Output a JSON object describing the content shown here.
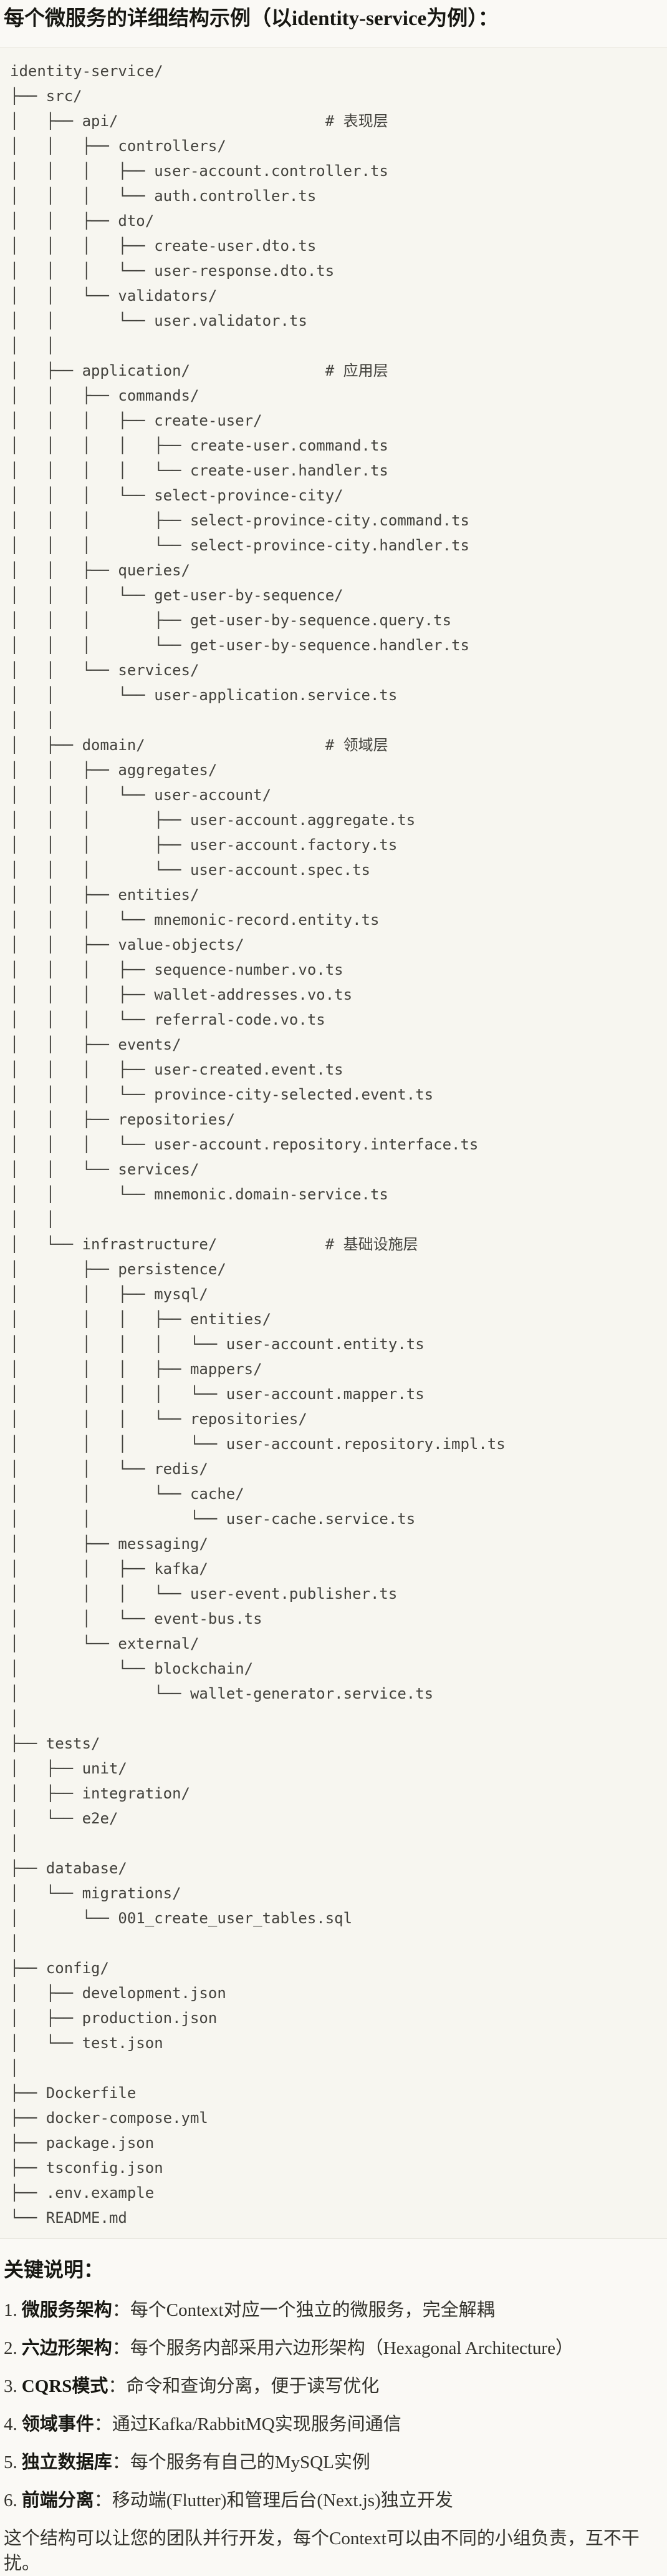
{
  "page": {
    "title": "每个微服务的详细结构示例（以identity-service为例）：",
    "colors": {
      "page_bg": "#faf9f5",
      "code_bg": "#f7f6f0",
      "code_border": "#e4e2d9",
      "code_text": "#43423d",
      "heading_text": "#171712",
      "body_text": "#33322c"
    },
    "file_tree": {
      "lines": [
        "identity-service/",
        "├── src/",
        "│   ├── api/                       # 表现层",
        "│   │   ├── controllers/",
        "│   │   │   ├── user-account.controller.ts",
        "│   │   │   └── auth.controller.ts",
        "│   │   ├── dto/",
        "│   │   │   ├── create-user.dto.ts",
        "│   │   │   └── user-response.dto.ts",
        "│   │   └── validators/",
        "│   │       └── user.validator.ts",
        "│   │",
        "│   ├── application/               # 应用层",
        "│   │   ├── commands/",
        "│   │   │   ├── create-user/",
        "│   │   │   │   ├── create-user.command.ts",
        "│   │   │   │   └── create-user.handler.ts",
        "│   │   │   └── select-province-city/",
        "│   │   │       ├── select-province-city.command.ts",
        "│   │   │       └── select-province-city.handler.ts",
        "│   │   ├── queries/",
        "│   │   │   └── get-user-by-sequence/",
        "│   │   │       ├── get-user-by-sequence.query.ts",
        "│   │   │       └── get-user-by-sequence.handler.ts",
        "│   │   └── services/",
        "│   │       └── user-application.service.ts",
        "│   │",
        "│   ├── domain/                    # 领域层",
        "│   │   ├── aggregates/",
        "│   │   │   └── user-account/",
        "│   │   │       ├── user-account.aggregate.ts",
        "│   │   │       ├── user-account.factory.ts",
        "│   │   │       └── user-account.spec.ts",
        "│   │   ├── entities/",
        "│   │   │   └── mnemonic-record.entity.ts",
        "│   │   ├── value-objects/",
        "│   │   │   ├── sequence-number.vo.ts",
        "│   │   │   ├── wallet-addresses.vo.ts",
        "│   │   │   └── referral-code.vo.ts",
        "│   │   ├── events/",
        "│   │   │   ├── user-created.event.ts",
        "│   │   │   └── province-city-selected.event.ts",
        "│   │   ├── repositories/",
        "│   │   │   └── user-account.repository.interface.ts",
        "│   │   └── services/",
        "│   │       └── mnemonic.domain-service.ts",
        "│   │",
        "│   └── infrastructure/            # 基础设施层",
        "│       ├── persistence/",
        "│       │   ├── mysql/",
        "│       │   │   ├── entities/",
        "│       │   │   │   └── user-account.entity.ts",
        "│       │   │   ├── mappers/",
        "│       │   │   │   └── user-account.mapper.ts",
        "│       │   │   └── repositories/",
        "│       │   │       └── user-account.repository.impl.ts",
        "│       │   └── redis/",
        "│       │       └── cache/",
        "│       │           └── user-cache.service.ts",
        "│       ├── messaging/",
        "│       │   ├── kafka/",
        "│       │   │   └── user-event.publisher.ts",
        "│       │   └── event-bus.ts",
        "│       └── external/",
        "│           └── blockchain/",
        "│               └── wallet-generator.service.ts",
        "│",
        "├── tests/",
        "│   ├── unit/",
        "│   ├── integration/",
        "│   └── e2e/",
        "│",
        "├── database/",
        "│   └── migrations/",
        "│       └── 001_create_user_tables.sql",
        "│",
        "├── config/",
        "│   ├── development.json",
        "│   ├── production.json",
        "│   └── test.json",
        "│",
        "├── Dockerfile",
        "├── docker-compose.yml",
        "├── package.json",
        "├── tsconfig.json",
        "├── .env.example",
        "└── README.md"
      ]
    },
    "notes": {
      "heading": "关键说明：",
      "items": [
        {
          "num": "1.",
          "label": "微服务架构",
          "colon": "：",
          "text": "每个Context对应一个独立的微服务，完全解耦"
        },
        {
          "num": "2.",
          "label": "六边形架构",
          "colon": "：",
          "text": "每个服务内部采用六边形架构（Hexagonal Architecture）"
        },
        {
          "num": "3.",
          "label": "CQRS模式",
          "colon": "：",
          "text": "命令和查询分离，便于读写优化"
        },
        {
          "num": "4.",
          "label": "领域事件",
          "colon": "：",
          "text": "通过Kafka/RabbitMQ实现服务间通信"
        },
        {
          "num": "5.",
          "label": "独立数据库",
          "colon": "：",
          "text": "每个服务有自己的MySQL实例"
        },
        {
          "num": "6.",
          "label": "前端分离",
          "colon": "：",
          "text": "移动端(Flutter)和管理后台(Next.js)独立开发"
        }
      ]
    },
    "closing": "这个结构可以让您的团队并行开发，每个Context可以由不同的小组负责，互不干扰。"
  }
}
